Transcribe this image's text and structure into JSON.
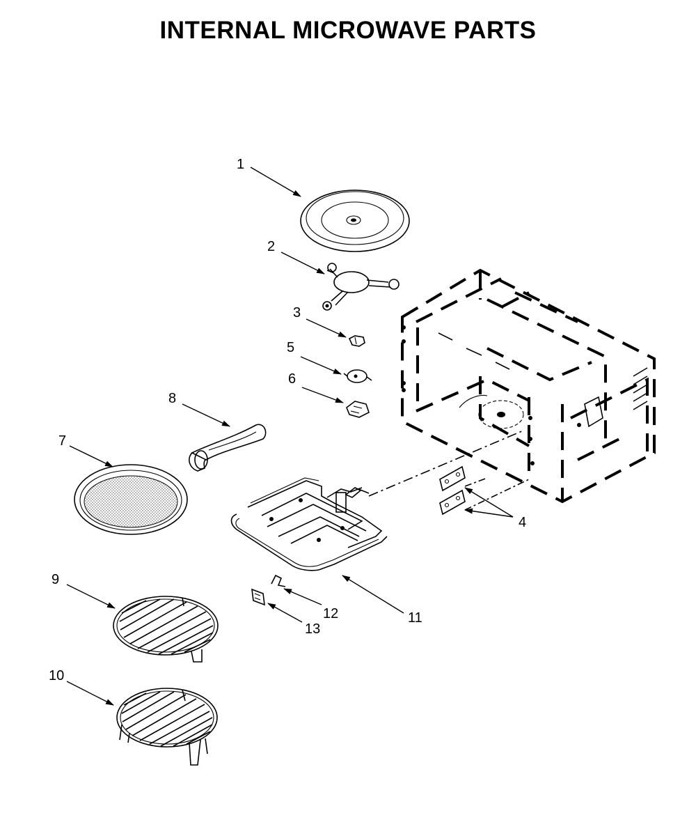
{
  "title": "INTERNAL MICROWAVE PARTS",
  "callouts": [
    "1",
    "2",
    "3",
    "4",
    "5",
    "6",
    "7",
    "8",
    "9",
    "10",
    "11",
    "12",
    "13"
  ]
}
